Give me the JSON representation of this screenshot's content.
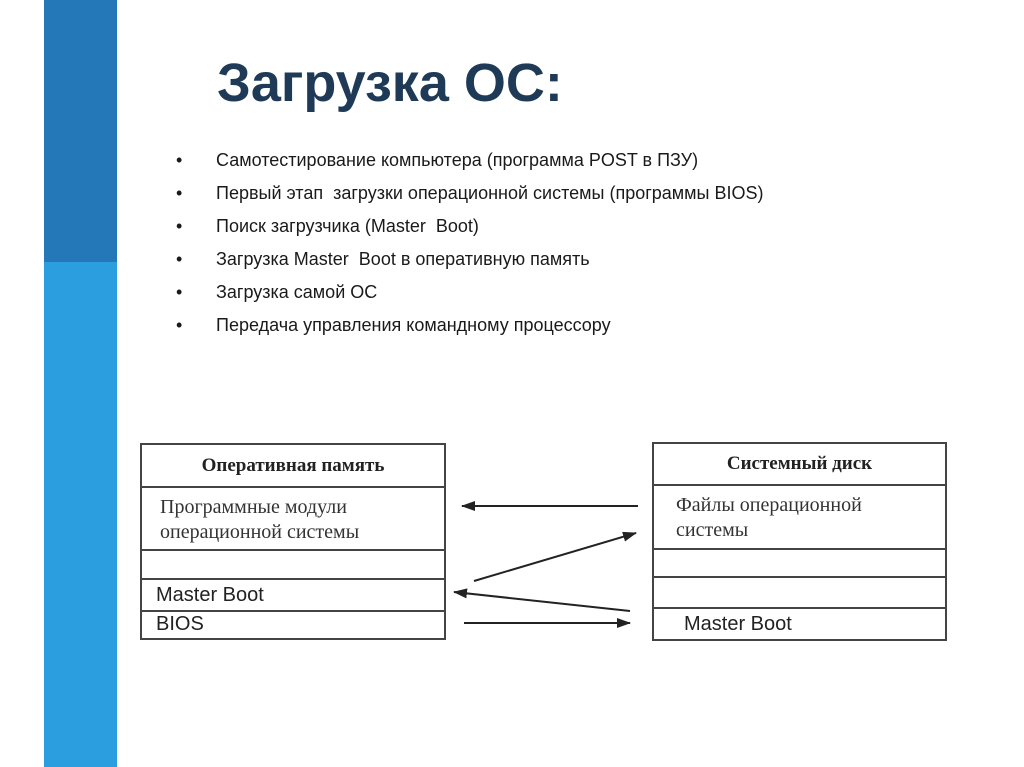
{
  "title": "Загрузка ОС:",
  "bullets": [
    "Самотестирование компьютера (программа POST в ПЗУ)",
    "Первый этап  загрузки операционной системы (программы BIOS)",
    "Поиск загрузчика (Master  Boot)",
    "Загрузка Master  Boot в оперативную память",
    "Загрузка самой ОС",
    "Передача управления командному процессору"
  ],
  "bullet_symbol": "•",
  "diagram": {
    "ram": {
      "header": "Оперативная память",
      "modules_line1": "Программные модули",
      "modules_line2": "операционной системы",
      "master_boot": "Master Boot",
      "bios": "BIOS"
    },
    "disk": {
      "header": "Системный диск",
      "files_line1": "Файлы операционной",
      "files_line2": "системы",
      "master_boot": "Master Boot"
    }
  },
  "colors": {
    "band_dark": "#2478b8",
    "band_light": "#2b9ee0",
    "title": "#1f3a56"
  }
}
